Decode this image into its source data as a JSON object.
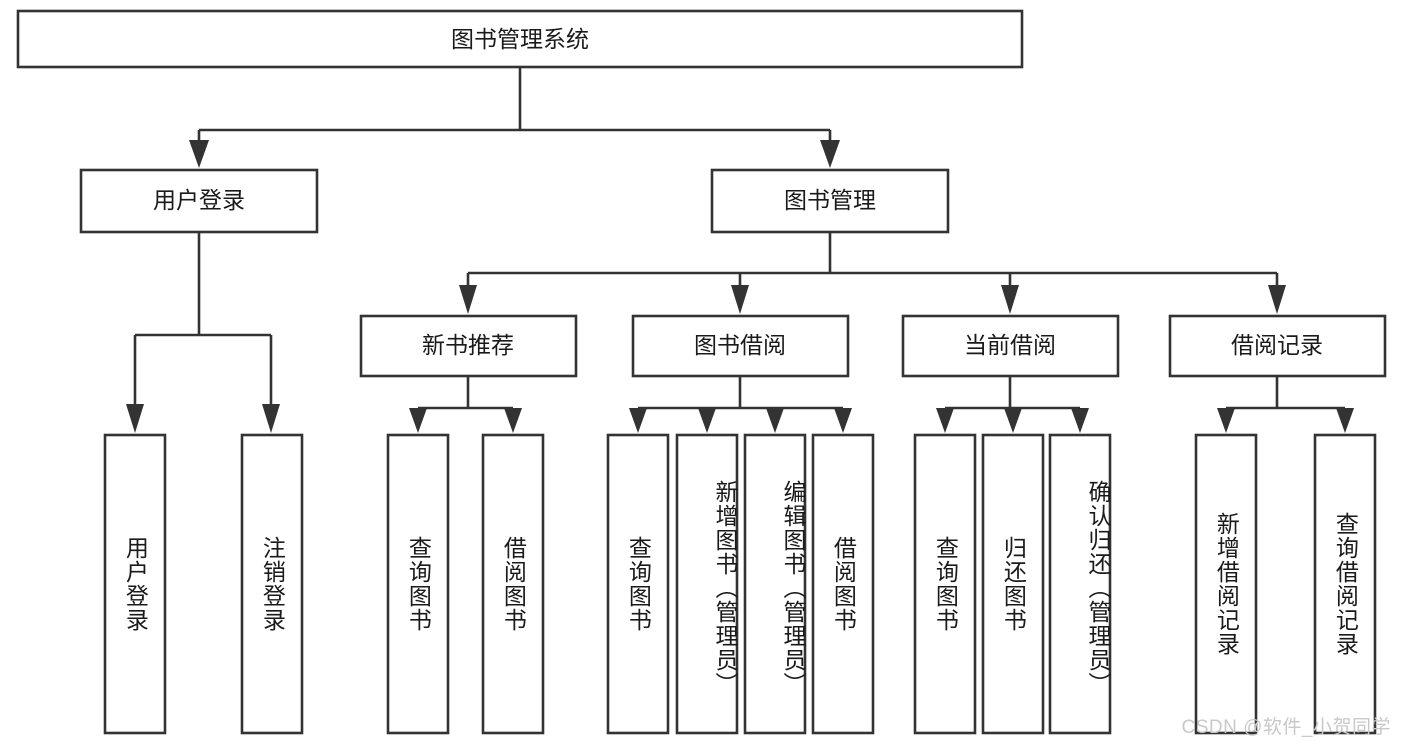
{
  "diagram": {
    "type": "hierarchy-tree",
    "title": "图书管理系统",
    "root": {
      "label": "图书管理系统"
    },
    "level2": [
      {
        "label": "用户登录"
      },
      {
        "label": "图书管理"
      }
    ],
    "level3": [
      {
        "label": "新书推荐"
      },
      {
        "label": "图书借阅"
      },
      {
        "label": "当前借阅"
      },
      {
        "label": "借阅记录"
      }
    ],
    "leaves": {
      "user_login": [
        {
          "label": "用户登录"
        },
        {
          "label": "注销登录"
        }
      ],
      "new_book_recommend": [
        {
          "label": "查询图书"
        },
        {
          "label": "借阅图书"
        }
      ],
      "book_borrow": [
        {
          "label": "查询图书"
        },
        {
          "label": "新增图书（管理员）"
        },
        {
          "label": "编辑图书（管理员）"
        },
        {
          "label": "借阅图书"
        }
      ],
      "current_borrow": [
        {
          "label": "查询图书"
        },
        {
          "label": "归还图书"
        },
        {
          "label": "确认归还（管理员）"
        }
      ],
      "borrow_record": [
        {
          "label": "新增借阅记录"
        },
        {
          "label": "查询借阅记录"
        }
      ]
    }
  },
  "watermark": {
    "text": "CSDN @软件_小贺同学"
  },
  "colors": {
    "box_stroke": "#333333",
    "box_fill": "#ffffff",
    "text": "#1a1a1a",
    "watermark": "#c9c9c9",
    "background": "#ffffff"
  }
}
